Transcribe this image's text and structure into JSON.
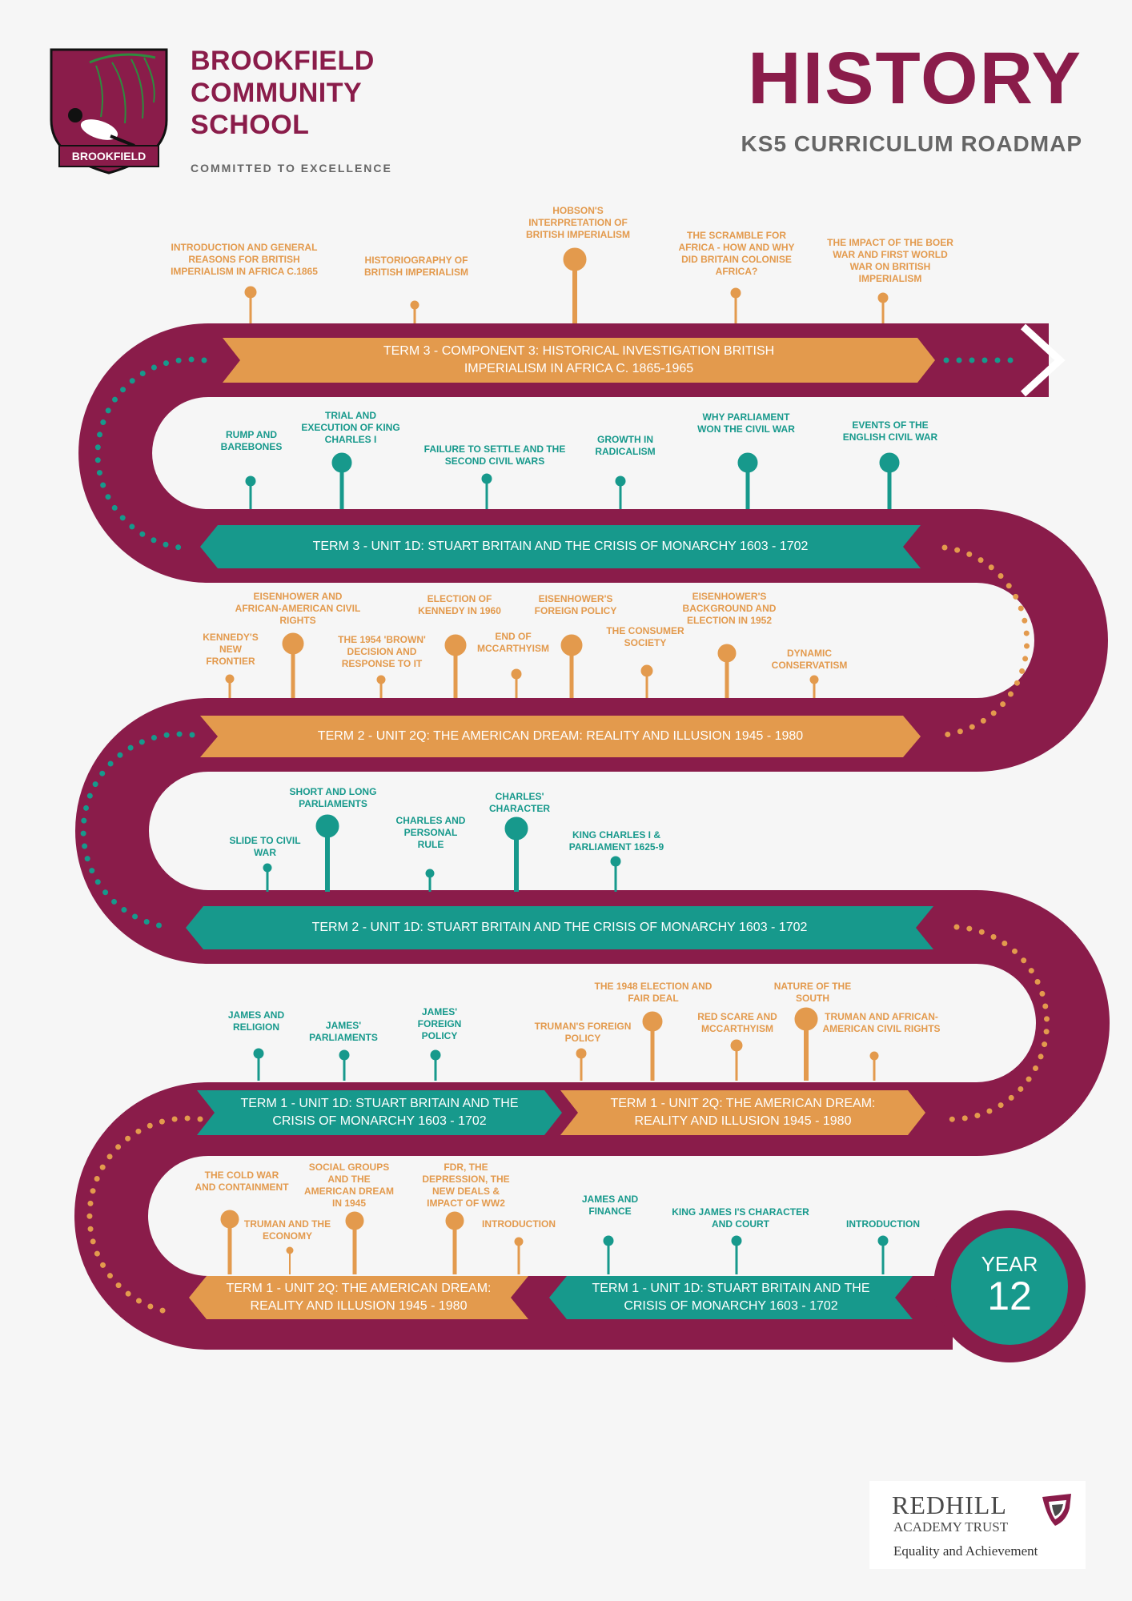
{
  "school": {
    "line1": "BROOKFIELD",
    "line2": "COMMUNITY",
    "line3": "SCHOOL",
    "motto": "COMMITTED TO EXCELLENCE",
    "crest_text": "BROOKFIELD"
  },
  "header": {
    "title": "HISTORY",
    "subtitle": "KS5 CURRICULUM ROADMAP"
  },
  "colors": {
    "road": "#8a1c4a",
    "orange": "#e39a4d",
    "teal": "#17998c"
  },
  "banners": {
    "b1": "TERM 3 - COMPONENT 3: HISTORICAL INVESTIGATION BRITISH IMPERIALISM IN AFRICA C. 1865-1965",
    "b2": "TERM 3 - UNIT 1D: STUART BRITAIN AND THE CRISIS OF MONARCHY 1603 - 1702",
    "b3": "TERM 2 - UNIT 2Q: THE AMERICAN DREAM: REALITY AND ILLUSION 1945 - 1980",
    "b4": "TERM 2 - UNIT 1D: STUART BRITAIN AND THE CRISIS OF MONARCHY 1603 - 1702",
    "b5a": "TERM 1 - UNIT 1D: STUART BRITAIN AND THE CRISIS OF MONARCHY 1603 - 1702",
    "b5b": "TERM 1 - UNIT 2Q: THE AMERICAN DREAM: REALITY AND ILLUSION 1945 - 1980",
    "b6a": "TERM 1 - UNIT 2Q: THE AMERICAN DREAM: REALITY AND ILLUSION 1945 - 1980",
    "b6b": "TERM 1 - UNIT 1D: STUART BRITAIN AND THE CRISIS OF MONARCHY 1603 - 1702"
  },
  "topics": {
    "r1": [
      "INTRODUCTION AND GENERAL REASONS FOR BRITISH IMPERIALISM IN AFRICA C.1865",
      "HISTORIOGRAPHY OF BRITISH IMPERIALISM",
      "HOBSON'S INTERPRETATION OF BRITISH IMPERIALISM",
      "THE SCRAMBLE FOR AFRICA - HOW AND WHY DID BRITAIN COLONISE AFRICA?",
      "THE IMPACT OF THE BOER WAR AND FIRST WORLD WAR ON BRITISH IMPERIALISM"
    ],
    "r2": [
      "RUMP AND BAREBONES",
      "TRIAL AND EXECUTION OF KING CHARLES I",
      "FAILURE TO SETTLE AND THE SECOND CIVIL WARS",
      "GROWTH IN RADICALISM",
      "WHY PARLIAMENT WON THE CIVIL WAR",
      "EVENTS OF THE ENGLISH CIVIL WAR"
    ],
    "r3": [
      "KENNEDY'S NEW FRONTIER",
      "EISENHOWER AND AFRICAN-AMERICAN CIVIL RIGHTS",
      "THE 1954 'BROWN' DECISION AND RESPONSE TO IT",
      "ELECTION OF KENNEDY IN 1960",
      "END OF MCCARTHYISM",
      "EISENHOWER'S FOREIGN POLICY",
      "THE CONSUMER SOCIETY",
      "EISENHOWER'S BACKGROUND AND ELECTION IN 1952",
      "DYNAMIC CONSERVATISM"
    ],
    "r4": [
      "SLIDE TO CIVIL WAR",
      "SHORT AND LONG PARLIAMENTS",
      "CHARLES AND PERSONAL RULE",
      "CHARLES' CHARACTER",
      "KING CHARLES I & PARLIAMENT 1625-9"
    ],
    "r5": [
      "JAMES AND RELIGION",
      "JAMES' PARLIAMENTS",
      "JAMES' FOREIGN POLICY",
      "TRUMAN'S FOREIGN POLICY",
      "THE 1948 ELECTION AND FAIR DEAL",
      "RED SCARE AND MCCARTHYISM",
      "NATURE OF THE SOUTH",
      "TRUMAN AND AFRICAN-AMERICAN CIVIL RIGHTS"
    ],
    "r6": [
      "THE COLD WAR AND CONTAINMENT",
      "TRUMAN AND THE ECONOMY",
      "SOCIAL GROUPS AND THE AMERICAN DREAM IN 1945",
      "FDR, THE DEPRESSION, THE NEW DEALS & IMPACT OF WW2",
      "INTRODUCTION",
      "JAMES AND FINANCE",
      "KING JAMES I'S CHARACTER AND COURT",
      "INTRODUCTION"
    ]
  },
  "year": {
    "word": "YEAR",
    "number": "12"
  },
  "trust": {
    "name1": "REDHILL",
    "name2": "ACADEMY TRUST",
    "tagline": "Equality and Achievement"
  }
}
